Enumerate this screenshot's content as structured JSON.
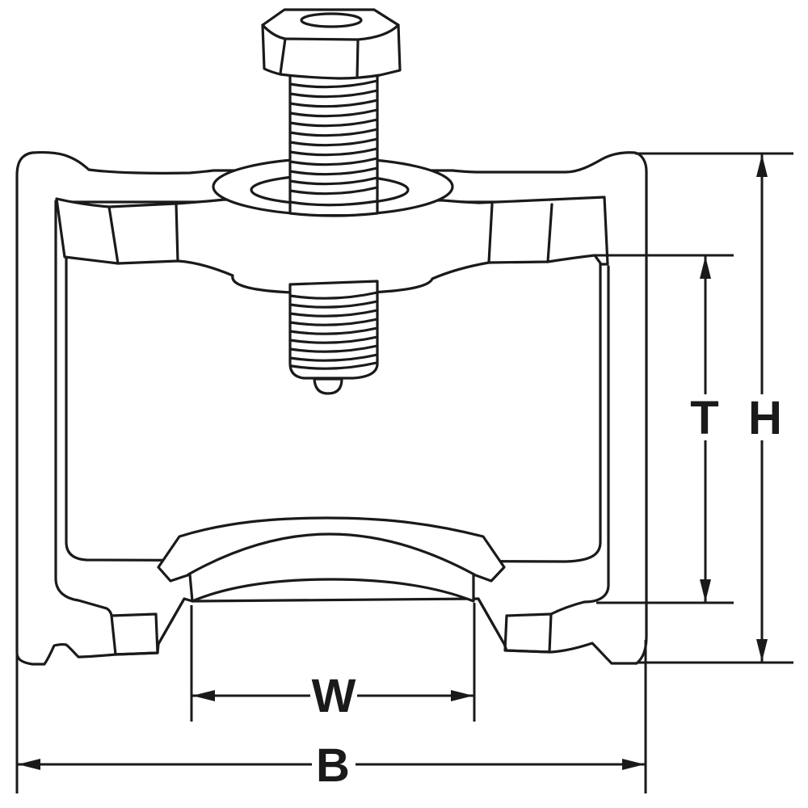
{
  "diagram": {
    "type": "technical-drawing",
    "subject": "screw-type puller tool cross-section",
    "colors": {
      "line": "#1a1a1a",
      "background": "#ffffff"
    },
    "dimension_labels": {
      "t": "T",
      "h": "H",
      "w": "W",
      "b": "B"
    }
  }
}
